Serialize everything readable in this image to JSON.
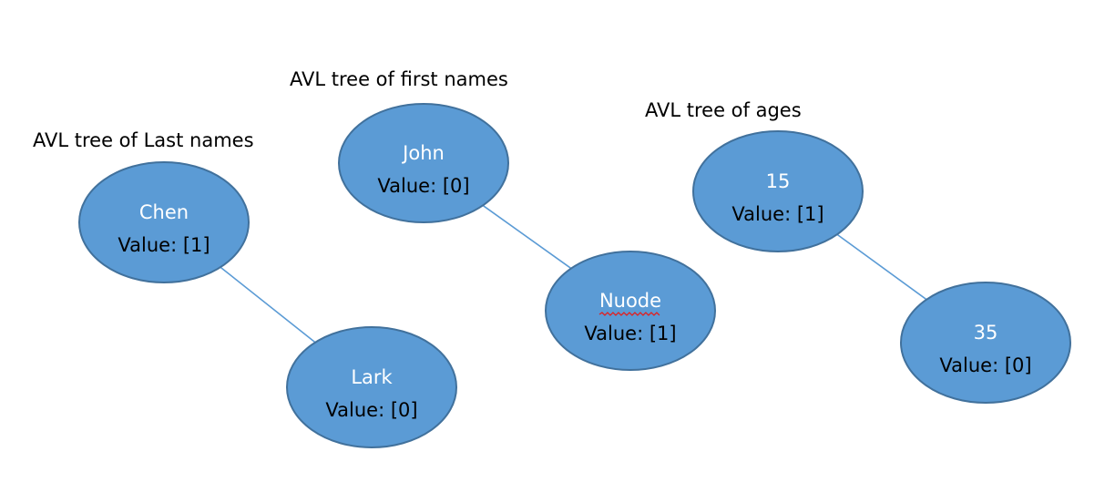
{
  "colors": {
    "node_fill": "#5B9BD5",
    "node_stroke": "#41719C",
    "edge": "#5B9BD5",
    "key_text": "#FFFFFF",
    "value_text": "#000000",
    "spellcheck_underline": "#E02020"
  },
  "trees": [
    {
      "id": "last",
      "title": "AVL tree of Last names",
      "nodes": [
        {
          "key": "Chen",
          "value": "Value: [1]"
        },
        {
          "key": "Lark",
          "value": "Value: [0]"
        }
      ],
      "edges": [
        [
          0,
          1
        ]
      ]
    },
    {
      "id": "first",
      "title": "AVL tree of first names",
      "nodes": [
        {
          "key": "John",
          "value": "Value: [0]"
        },
        {
          "key": "Nuode",
          "value": "Value: [1]",
          "spellcheck": true
        }
      ],
      "edges": [
        [
          0,
          1
        ]
      ]
    },
    {
      "id": "ages",
      "title": "AVL tree of ages",
      "nodes": [
        {
          "key": "15",
          "value": "Value: [1]"
        },
        {
          "key": "35",
          "value": "Value: [0]"
        }
      ],
      "edges": [
        [
          0,
          1
        ]
      ]
    }
  ]
}
